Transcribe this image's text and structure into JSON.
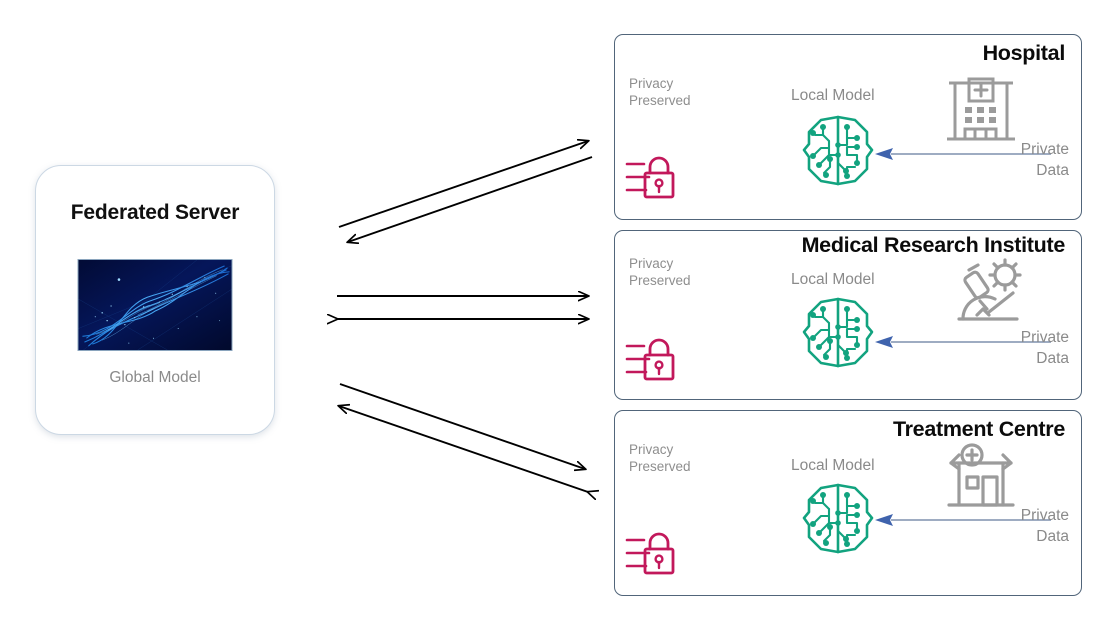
{
  "diagram": {
    "title": "Federated Learning Architecture",
    "colors": {
      "brain_teal": "#12a37f",
      "lock_magenta": "#c2185b",
      "org_grey": "#9b9b9b",
      "label_grey": "#8a8a8a",
      "card_border": "#51657a",
      "server_border": "#ccd8e4",
      "data_arrow_blue": "#4a6fb5",
      "comm_arrow_black": "#000000"
    }
  },
  "server": {
    "title": "Federated Server",
    "caption": "Global Model",
    "image_name": "global-model-network-visual"
  },
  "common": {
    "privacy_label": "Privacy\nPreserved",
    "local_model_label": "Local Model",
    "private_data_label": "Private\nData",
    "lock_icon_name": "privacy-lock-icon",
    "brain_icon_name": "circuit-brain-icon",
    "data_arrow_icon_name": "private-data-arrow-icon"
  },
  "clients": [
    {
      "title": "Hospital",
      "privacy_label": "Privacy\nPreserved",
      "local_model_label": "Local Model",
      "private_data_label": "Private\nData",
      "org_icon_name": "hospital-building-icon"
    },
    {
      "title": "Medical Research Institute",
      "privacy_label": "Privacy\nPreserved",
      "local_model_label": "Local Model",
      "private_data_label": "Private\nData",
      "org_icon_name": "microscope-icon"
    },
    {
      "title": "Treatment Centre",
      "privacy_label": "Privacy\nPreserved",
      "local_model_label": "Local Model",
      "private_data_label": "Private\nData",
      "org_icon_name": "clinic-building-icon"
    }
  ],
  "communication": {
    "pairs": [
      {
        "name": "server-to-hospital",
        "direction": "bidirectional",
        "orientation": "diagonal-up"
      },
      {
        "name": "server-to-research-institute",
        "direction": "bidirectional",
        "orientation": "horizontal"
      },
      {
        "name": "server-to-treatment-centre",
        "direction": "bidirectional",
        "orientation": "diagonal-down"
      }
    ]
  }
}
